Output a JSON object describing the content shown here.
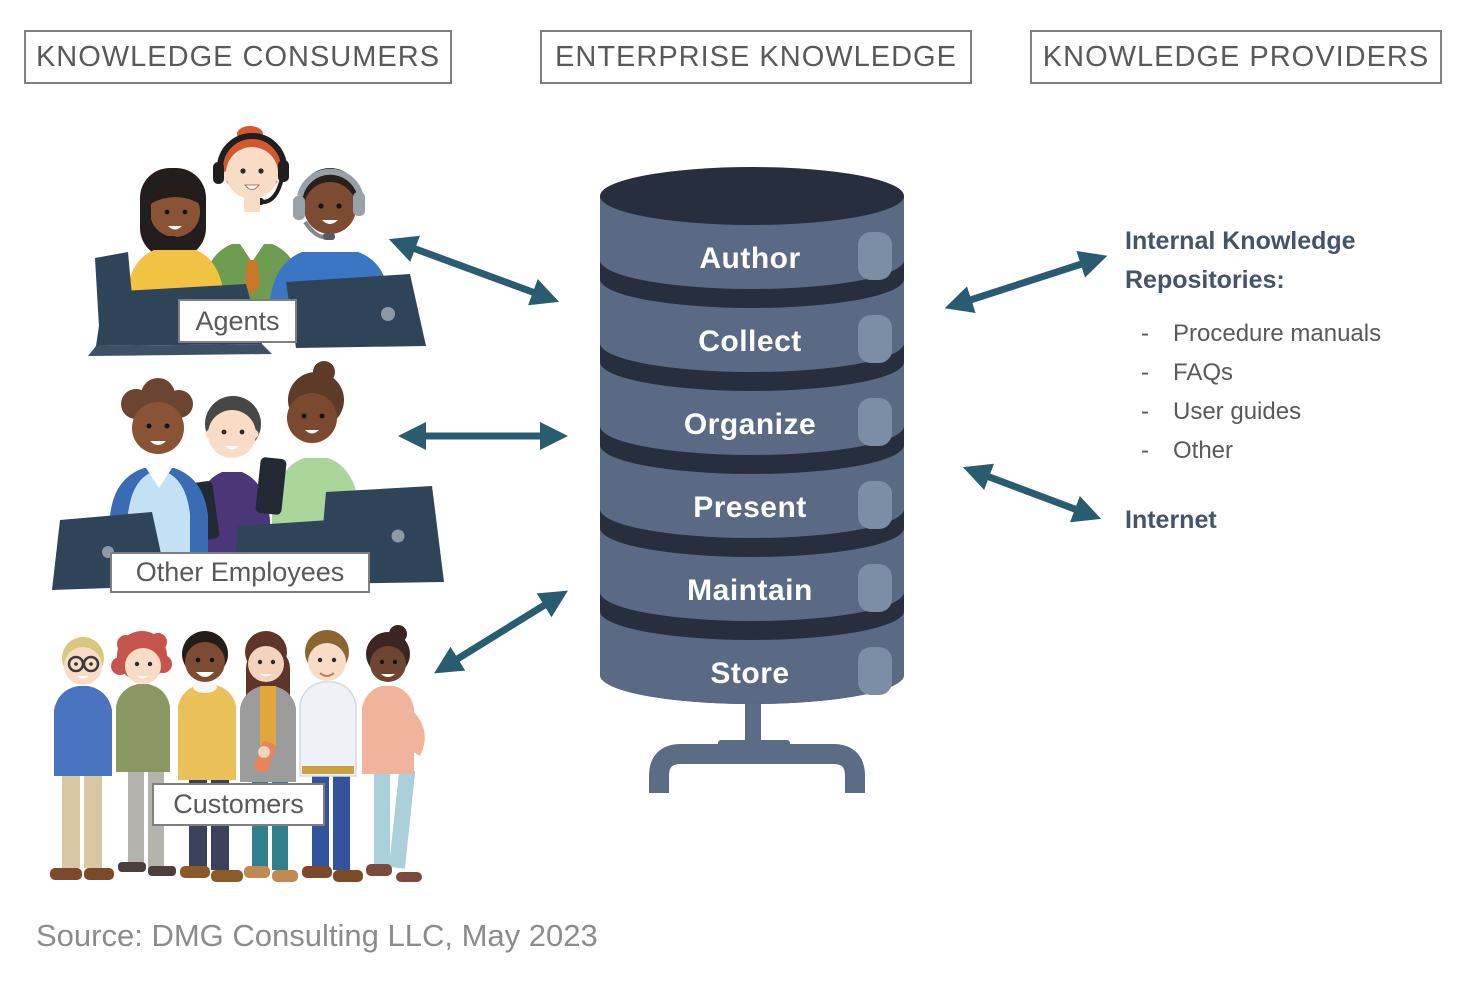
{
  "columns": {
    "consumers_title": "KNOWLEDGE CONSUMERS",
    "enterprise_title": "ENTERPRISE KNOWLEDGE",
    "providers_title": "KNOWLEDGE PROVIDERS"
  },
  "consumer_groups": [
    {
      "label": "Agents"
    },
    {
      "label": "Other Employees"
    },
    {
      "label": "Customers"
    }
  ],
  "database": {
    "segments": [
      "Author",
      "Collect",
      "Organize",
      "Present",
      "Maintain",
      "Store"
    ]
  },
  "providers": {
    "repositories_heading": "Internal Knowledge Repositories:",
    "bullet": "-",
    "repository_items": [
      "Procedure manuals",
      "FAQs",
      "User guides",
      "Other"
    ],
    "internet_label": "Internet"
  },
  "source_note": "Source: DMG Consulting LLC, May 2023",
  "colors": {
    "arrow": "#2A5C71",
    "cylinder_body": "#5A6A84",
    "cylinder_dark": "#272F3E",
    "cylinder_highlight": "#7C8EA6",
    "stand": "#5C6C86",
    "header_text": "#595959",
    "heading_blue": "#44546A"
  }
}
